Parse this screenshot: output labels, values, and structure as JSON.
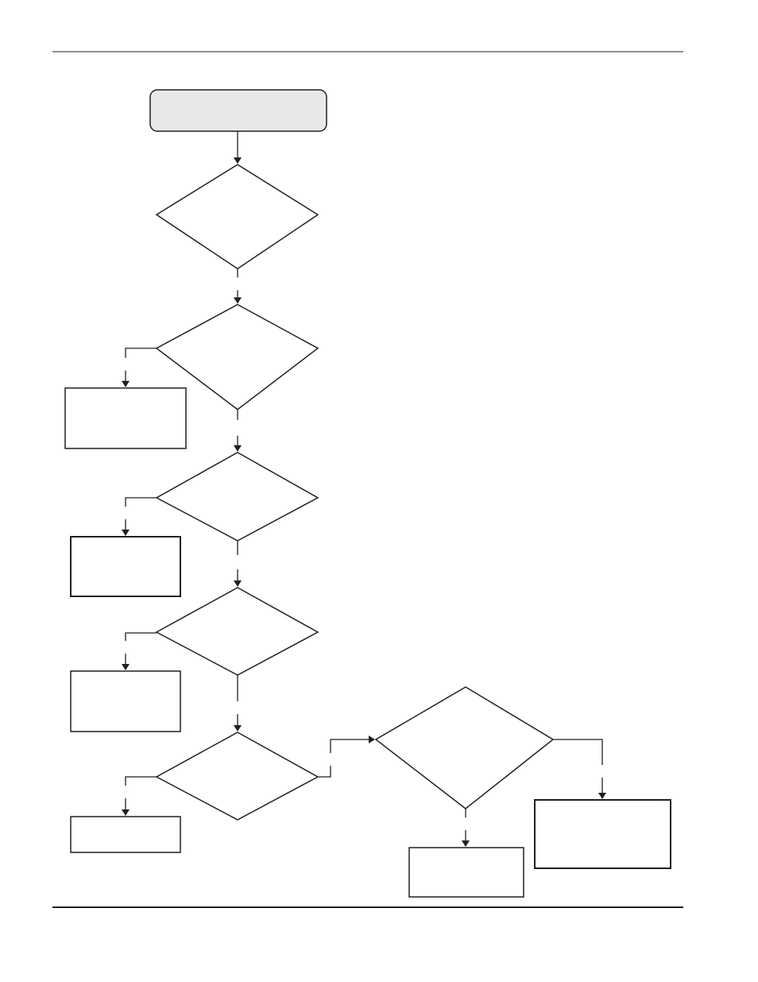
{
  "page": {
    "header_text": "",
    "footer_text": ""
  },
  "flowchart": {
    "start": {
      "label": ""
    },
    "decisions": [
      {
        "id": "d1",
        "label": ""
      },
      {
        "id": "d2",
        "label": ""
      },
      {
        "id": "d3",
        "label": ""
      },
      {
        "id": "d4",
        "label": ""
      },
      {
        "id": "d5",
        "label": ""
      },
      {
        "id": "d6",
        "label": ""
      }
    ],
    "actions": [
      {
        "id": "a1",
        "label": ""
      },
      {
        "id": "a2",
        "label": ""
      },
      {
        "id": "a3",
        "label": ""
      },
      {
        "id": "a4",
        "label": ""
      },
      {
        "id": "a5",
        "label": ""
      },
      {
        "id": "a6",
        "label": ""
      }
    ]
  },
  "colors": {
    "stroke": "#231f20",
    "start_fill": "#e8e8e8",
    "box_fill": "#ffffff"
  }
}
